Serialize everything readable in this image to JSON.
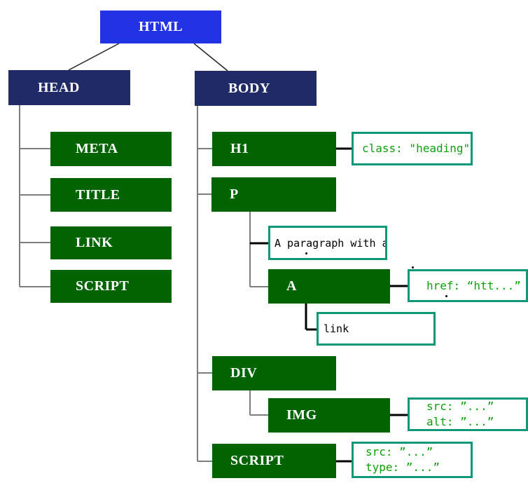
{
  "tree": {
    "root": {
      "label": "HTML"
    },
    "head": {
      "label": "HEAD",
      "children": [
        {
          "label": "META"
        },
        {
          "label": "TITLE"
        },
        {
          "label": "LINK"
        },
        {
          "label": "SCRIPT"
        }
      ]
    },
    "body": {
      "label": "BODY",
      "h1": {
        "label": "H1",
        "annotation": {
          "lines": [
            "class: \"heading\""
          ]
        }
      },
      "p": {
        "label": "P",
        "text_child": "A paragraph with a",
        "a": {
          "label": "A",
          "annotation": {
            "lines": [
              "href: “htt...”"
            ]
          },
          "text_child": "link"
        }
      },
      "div": {
        "label": "DIV",
        "img": {
          "label": "IMG",
          "annotation": {
            "lines": [
              "src: ”...”",
              "alt: ”...”"
            ]
          }
        }
      },
      "script": {
        "label": "SCRIPT",
        "annotation": {
          "lines": [
            "src: ”...”",
            "type: ”...”"
          ]
        }
      }
    }
  },
  "colors": {
    "root_blue": "#2233e6",
    "section_navy": "#1f2a66",
    "element_green": "#016401",
    "annotation_border": "#0f9878",
    "annotation_text": "#0ca00c",
    "connector_gray": "#7d7d7d",
    "connector_black": "#000000"
  }
}
